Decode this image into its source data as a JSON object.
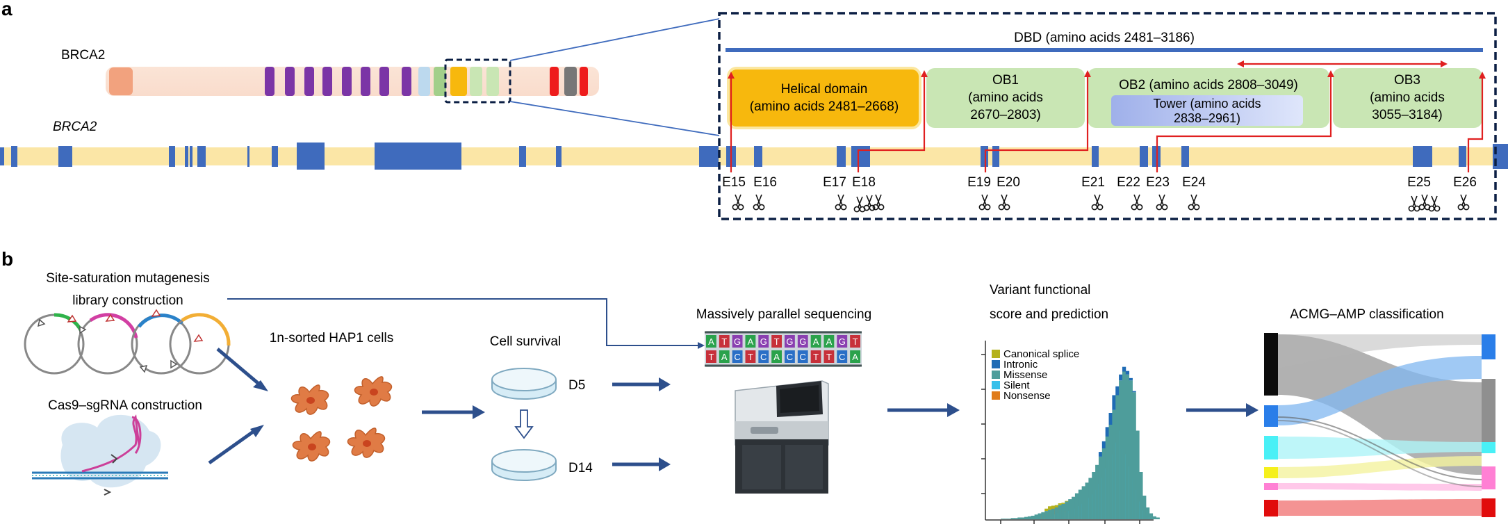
{
  "panel_a": {
    "label": "a",
    "protein_name": "BRCA2",
    "gene_name": "BRCA2",
    "dbd_label": "DBD (amino acids 2481–3186)",
    "domains": {
      "helical": {
        "line1": "Helical domain",
        "line2": "(amino acids 2481–2668)"
      },
      "ob1": {
        "line1": "OB1",
        "line2": "(amino acids",
        "line3": "2670–2803)"
      },
      "ob2": {
        "line1": "OB2 (amino acids 2808–3049)"
      },
      "tower": {
        "line1": "Tower (amino acids",
        "line2": "2838–2961)"
      },
      "ob3": {
        "line1": "OB3",
        "line2": "(amino acids",
        "line3": "3055–3184)"
      }
    },
    "exons": [
      "E15",
      "E16",
      "E17",
      "E18",
      "E19",
      "E20",
      "E21",
      "E22",
      "E23",
      "E24",
      "E25",
      "E26"
    ]
  },
  "panel_b": {
    "label": "b",
    "library_title_line1": "Site-saturation mutagenesis",
    "library_title_line2": "library construction",
    "cas9_title": "Cas9–sgRNA construction",
    "cells_title": "1n-sorted HAP1 cells",
    "survival_title": "Cell survival",
    "day5": "D5",
    "day14": "D14",
    "sequencing_title": "Massively parallel sequencing",
    "dna_top": [
      "A",
      "T",
      "G",
      "A",
      "G",
      "T",
      "G",
      "G",
      "A",
      "A",
      "G",
      "T"
    ],
    "dna_bottom": [
      "T",
      "A",
      "C",
      "T",
      "C",
      "A",
      "C",
      "C",
      "T",
      "T",
      "C",
      "A"
    ],
    "score_title_line1": "Variant functional",
    "score_title_line2": "score and prediction",
    "acmg_title": "ACMG–AMP classification"
  },
  "legend": [
    {
      "label": "Canonical splice",
      "color": "#b5b21b"
    },
    {
      "label": "Intronic",
      "color": "#1f6bb5"
    },
    {
      "label": "Missense",
      "color": "#4e9d9b"
    },
    {
      "label": "Silent",
      "color": "#38c0ea"
    },
    {
      "label": "Nonsense",
      "color": "#e07b1a"
    }
  ],
  "colors": {
    "domain_blue": "#3f6bbd",
    "exon_blue": "#3f6bbd",
    "gene_track": "#fbe6a6",
    "helical": "#f7b80d",
    "ob_green": "#c9e6b4",
    "tower_blue": "#b6c3ee",
    "red_arrow": "#e02020",
    "box_navy": "#0b1f44",
    "arrow_blue": "#2d4f8c"
  }
}
